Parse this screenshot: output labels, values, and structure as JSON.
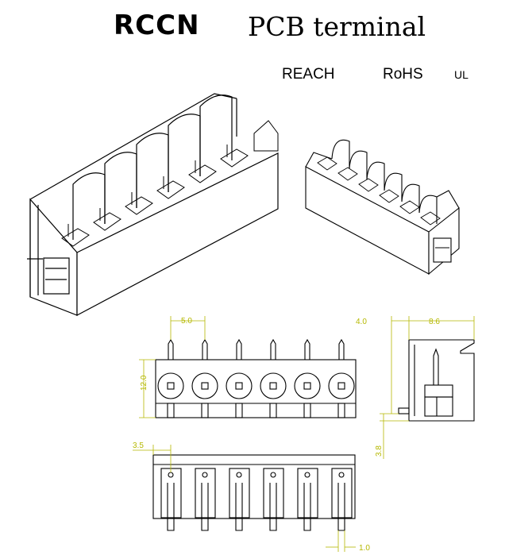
{
  "header": {
    "brand": "RCCN",
    "product": "PCB terminal"
  },
  "certifications": [
    "REACH",
    "RoHS",
    "UL"
  ],
  "dimensions": {
    "pitch": "5.0",
    "height": "12.0",
    "depth_top": "4.0",
    "width_side": "8.6",
    "pin_offset": "3.5",
    "side_pin": "3.8",
    "pin_width": "1.0"
  },
  "colors": {
    "line": "#000000",
    "dimension": "#b5b800"
  }
}
